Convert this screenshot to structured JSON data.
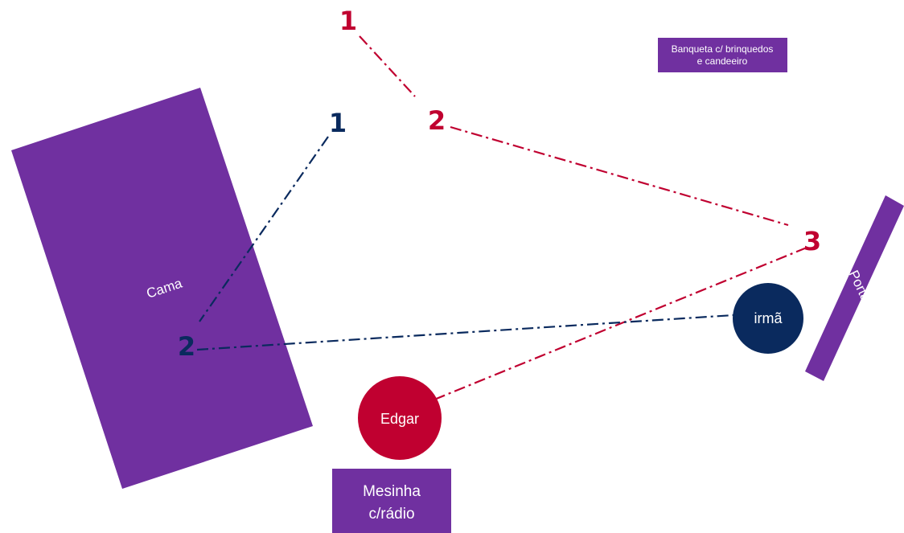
{
  "colors": {
    "furniture": "#7030a0",
    "red": "#c00030",
    "navy": "#0a2a5e",
    "white": "#ffffff"
  },
  "furniture": {
    "bed": "Cama",
    "bench_line1": "Banqueta c/ brinquedos",
    "bench_line2": "e candeeiro",
    "door": "Porta",
    "table_line1": "Mesinha",
    "table_line2": "c/rádio"
  },
  "people": {
    "edgar": "Edgar",
    "sister": "irmã"
  },
  "red_path": {
    "p1": "1",
    "p2": "2",
    "p3": "3"
  },
  "blue_path": {
    "p1": "1",
    "p2": "2"
  }
}
